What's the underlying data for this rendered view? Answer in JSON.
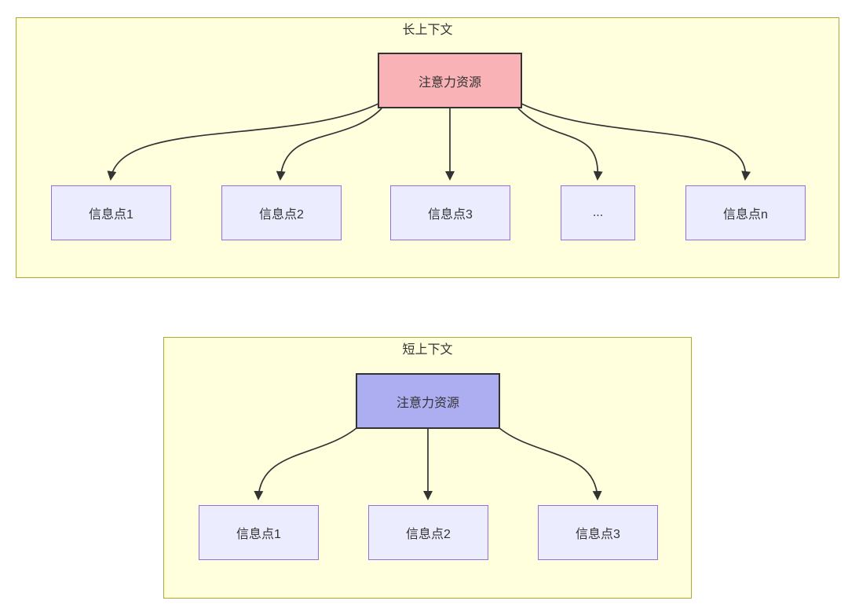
{
  "diagram": {
    "long_context": {
      "title": "长上下文",
      "source": {
        "label": "注意力资源",
        "fill": "#f9b2b6"
      },
      "targets": [
        {
          "label": "信息点1"
        },
        {
          "label": "信息点2"
        },
        {
          "label": "信息点3"
        },
        {
          "label": "..."
        },
        {
          "label": "信息点n"
        }
      ]
    },
    "short_context": {
      "title": "短上下文",
      "source": {
        "label": "注意力资源",
        "fill": "#adaef2"
      },
      "targets": [
        {
          "label": "信息点1"
        },
        {
          "label": "信息点2"
        },
        {
          "label": "信息点3"
        }
      ]
    },
    "colors": {
      "panel_fill": "#ffffde",
      "panel_border": "#aaaa33",
      "node_fill": "#ececff",
      "node_border": "#9370db",
      "source_long_fill": "#f9b2b6",
      "source_short_fill": "#adaef2",
      "arrow": "#333333",
      "text": "#333333"
    }
  }
}
